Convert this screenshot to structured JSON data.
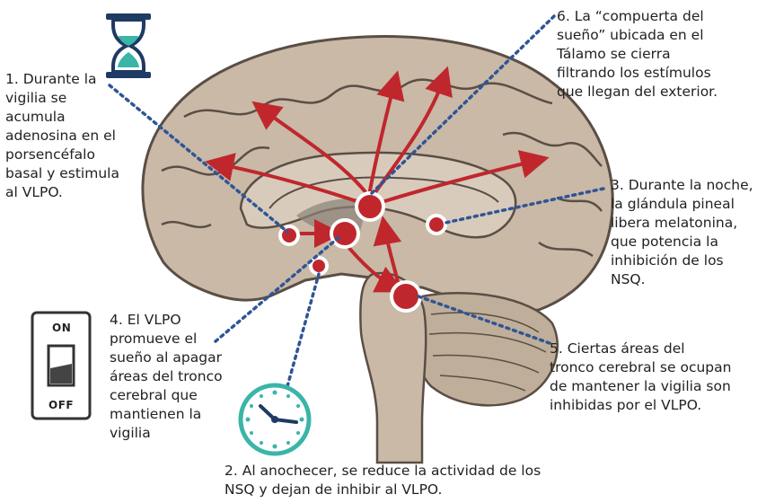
{
  "notes": {
    "n1": "1. Durante la\nvigilia se\nacumula\nadenosina en el\nporsencéfalo\nbasal y estimula\nal VLPO.",
    "n6": "6. La “compuerta del\nsueño” ubicada en el\nTálamo se cierra\nfiltrando los estímulos\nque llegan del exterior.",
    "n3": "3. Durante la noche,\nla glándula pineal\nlibera melatonina,\nque potencia la\ninhibición de los\nNSQ.",
    "n4": "4. El VLPO\npromueve el\nsueño al apagar\náreas del tronco\ncerebral que\nmantienen la\nvigilia",
    "n5": "5. Ciertas áreas del\ntronco cerebral se ocupan\nde mantener la vigilia son\ninhibidas por el VLPO.",
    "n2": "2. Al anochecer, se reduce la actividad de los\nNSQ  y dejan de inhibir al VLPO."
  },
  "switch": {
    "on": "ON",
    "off": "OFF"
  },
  "icons": {
    "hourglass": "hourglass-icon",
    "clock": "clock-icon",
    "switch": "toggle-switch-icon"
  },
  "colors": {
    "brain": "#c9b9a6",
    "brain_outline": "#5a4e45",
    "arrow": "#c0272d",
    "dots": "#2f5596",
    "teal": "#3ab5a8",
    "navy": "#1f3a63"
  }
}
